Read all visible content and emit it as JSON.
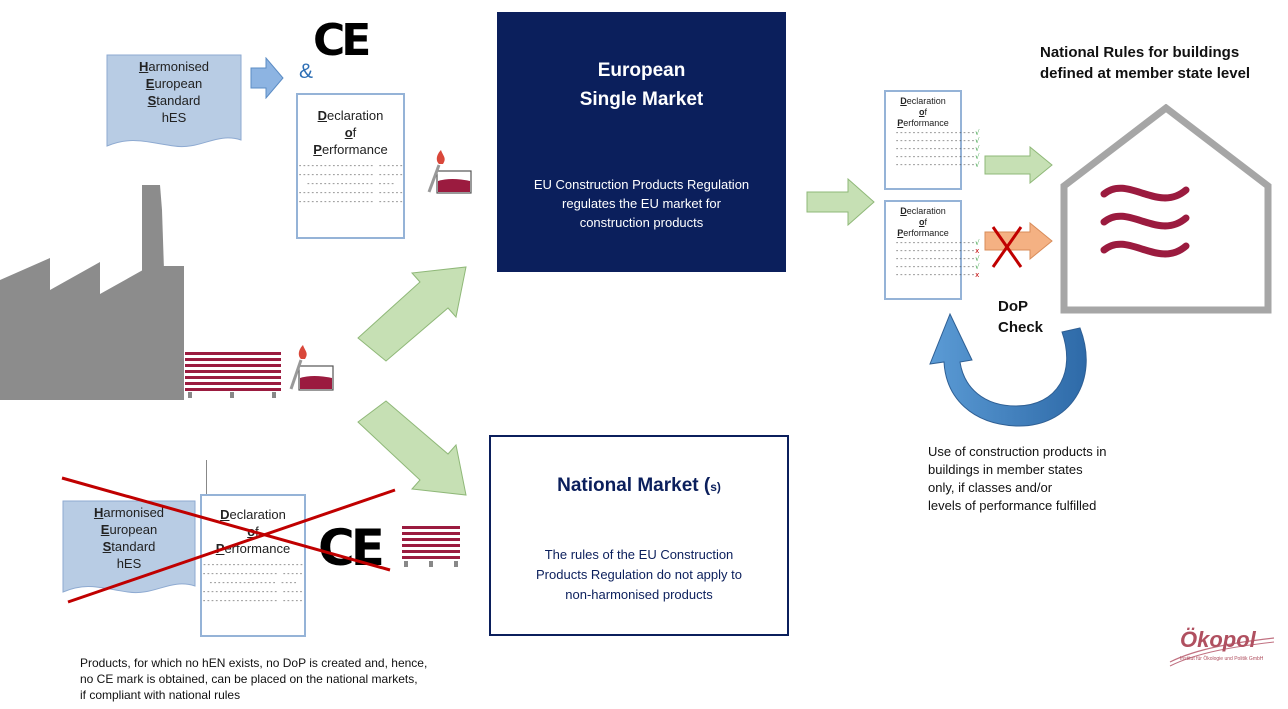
{
  "hes_top": {
    "l1": "H",
    "l1r": "armonised",
    "l2": "E",
    "l2r": "uropean",
    "l3": "S",
    "l3r": "tandard",
    "l4": "hES"
  },
  "hes_bottom": {
    "l1": "H",
    "l1r": "armonised",
    "l2": "E",
    "l2r": "uropean",
    "l3": "S",
    "l3r": "tandard",
    "l4": "hES"
  },
  "ampersand": "&",
  "ce_mark": "CE",
  "dop_top": {
    "d": "D",
    "dr": "eclaration",
    "o": "o",
    "or": "f",
    "p": "P",
    "pr": "erformance",
    "dash1": "------------------ ------",
    "dash2": "------------------ ------",
    "dash3": "---------------- ----",
    "dash4": "------------------ ------",
    "dash5": "------------------ ------"
  },
  "dop_bottom": {
    "d": "D",
    "dr": "eclaration",
    "o": "o",
    "or": "f",
    "p": "P",
    "pr": "erformance",
    "dash1": "------------------------",
    "dash2": "------------------ ------",
    "dash3": "---------------- ----",
    "dash4": "------------------ ------",
    "dash5": "------------------ ------"
  },
  "eu_market": {
    "title1": "European",
    "title2": "Single Market",
    "desc1": "EU Construction Products Regulation",
    "desc2": "regulates the EU market for",
    "desc3": "construction products"
  },
  "national_market": {
    "title": "National Market (",
    "title_s": "s)",
    "desc1": "The rules of the EU Construction",
    "desc2": "Products Regulation do not apply to",
    "desc3": "non-harmonised products"
  },
  "dop_small_ok": {
    "d": "D",
    "dr": "eclaration",
    "o": "o",
    "or": "f",
    "p": "P",
    "pr": "erformance",
    "line": "-------------------",
    "mark": "√"
  },
  "dop_small_fail": {
    "d": "D",
    "dr": "eclaration",
    "o": "o",
    "or": "f",
    "p": "P",
    "pr": "erformance",
    "line": "-------------------",
    "ok": "√",
    "no": "x"
  },
  "national_rules": {
    "line1": "National Rules for buildings",
    "line2": "defined at member state level"
  },
  "dop_check": {
    "line1": "DoP",
    "line2": "Check"
  },
  "use_text": {
    "l1": "Use of construction  products in",
    "l2": "buildings in member  states",
    "l3": "only, if classes and/or",
    "l4": "levels of performance  fulfilled"
  },
  "products_text": {
    "l1": "Products,  for which no hEN exists, no DoP is created and, hence,",
    "l2": "no CE mark is obtained, can be placed on the national markets,",
    "l3": "if compliant with national rules"
  },
  "logo": {
    "name": "Ökopol",
    "sub": "Institut für Ökologie und Politik GmbH"
  },
  "colors": {
    "navy": "#0b1f5c",
    "doc_blue": "#b8cce4",
    "arrow_green": "#c6e0b4",
    "arrow_orange": "#f4b183",
    "wine": "#9b1b3f",
    "gray": "#8c8c8c",
    "red": "#c00000"
  }
}
